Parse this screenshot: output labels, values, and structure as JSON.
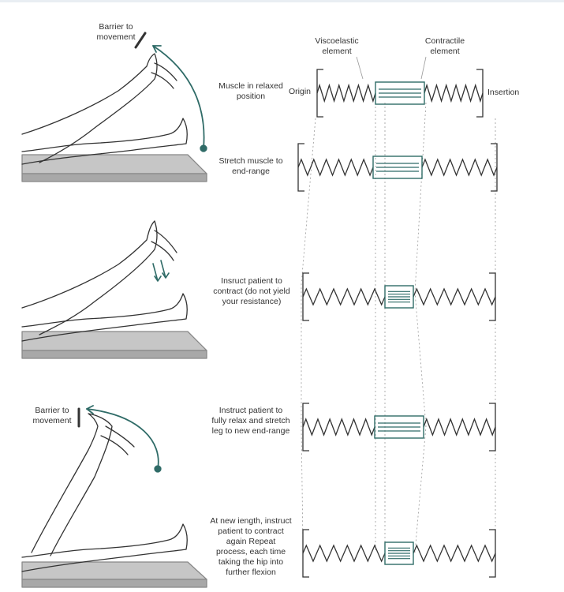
{
  "colors": {
    "accent_teal": "#2f6b67",
    "line": "#333333",
    "table_top": "#bdbdbd",
    "table_side": "#9e9e9e",
    "dash": "#999999"
  },
  "diagram": {
    "header": {
      "viscoelastic": "Viscoelastic element",
      "contractile": "Contractile element"
    },
    "ends": {
      "origin": "Origin",
      "insertion": "Insertion"
    },
    "barrier_top": "Barrier to movement",
    "barrier_bottom": "Barrier to movement",
    "steps": [
      {
        "label": "Muscle in relaxed position"
      },
      {
        "label": "Stretch muscle to end-range"
      },
      {
        "label": "Insruct patient to contract (do not yield your resistance)"
      },
      {
        "label": "Instruct patient to fully relax and stretch leg to new end-range"
      },
      {
        "label": "At new iength, instruct patient to contract again Repeat process, each time taking the hip into further flexion"
      }
    ]
  }
}
